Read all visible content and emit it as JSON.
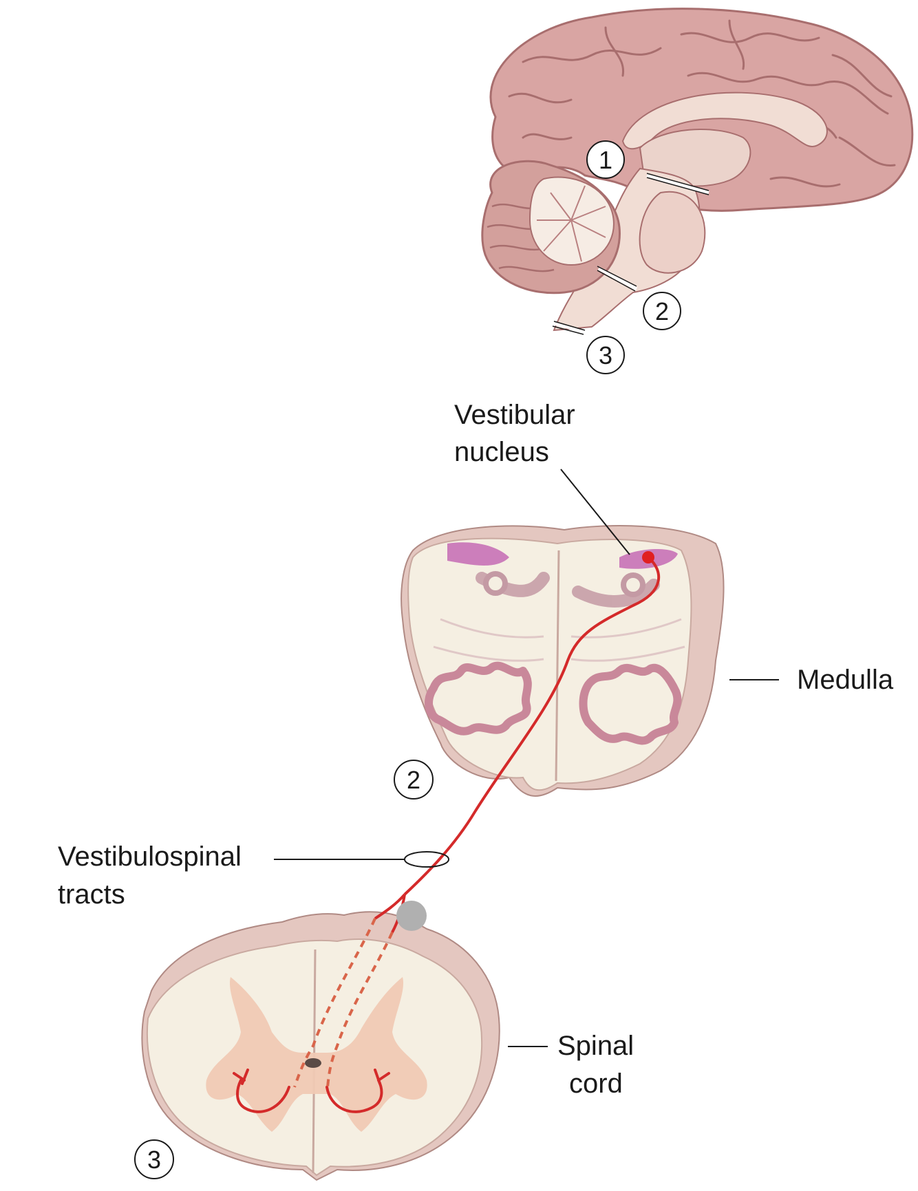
{
  "labels": {
    "vestibular_nucleus": [
      "Vestibular",
      "nucleus"
    ],
    "medulla": "Medulla",
    "vestibulospinal_tracts": [
      "Vestibulospinal",
      "tracts"
    ],
    "spinal_cord": [
      "Spinal",
      "cord"
    ]
  },
  "section_markers": {
    "brain_level_1": "1",
    "brain_level_2": "2",
    "brain_level_3": "3",
    "medulla_level": "2",
    "spinal_level": "3"
  },
  "colors": {
    "tract": "#d42a2a",
    "brain_cortex": "#d9a5a3",
    "brain_sulci": "#a86e6e",
    "section_fill": "#f5efe2",
    "section_rim": "#e4c7c0",
    "nucleus_highlight": "#c46ab4",
    "gray_matter": "#f0c9b4",
    "marker_dot": "#b0b0b0"
  },
  "icons": {
    "brain": "brain-midsagittal-illustration",
    "medulla": "medulla-cross-section-illustration",
    "spinal_cord": "spinal-cord-cross-section-illustration"
  }
}
